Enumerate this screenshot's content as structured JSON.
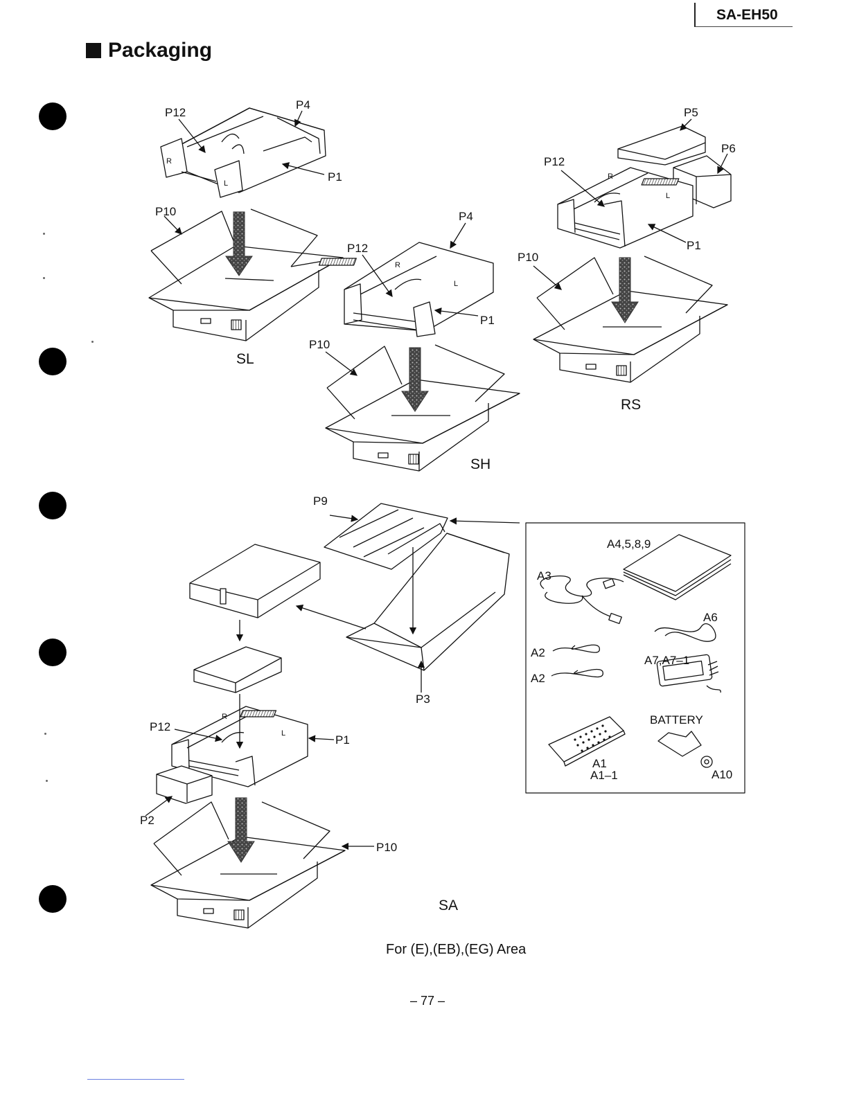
{
  "header": {
    "model": "SA-EH50"
  },
  "title": "Packaging",
  "labels": {
    "p1": "P1",
    "p2": "P2",
    "p3": "P3",
    "p4": "P4",
    "p5": "P5",
    "p6": "P6",
    "p9": "P9",
    "p10": "P10",
    "p12": "P12",
    "r": "R",
    "l": "L"
  },
  "speakers": {
    "sl": "SL",
    "sh": "SH",
    "rs": "RS",
    "sa": "SA"
  },
  "accessories": {
    "a1": "A1",
    "a1_1": "A1–1",
    "a2": "A2",
    "a3": "A3",
    "a4589": "A4,5,8,9",
    "a6": "A6",
    "a7": "A7,A7–1",
    "a10": "A10",
    "battery": "BATTERY"
  },
  "footer": {
    "note": "For (E),(EB),(EG) Area",
    "page": "– 77 –"
  },
  "colors": {
    "ink": "#111111",
    "arrow": "#555555"
  }
}
